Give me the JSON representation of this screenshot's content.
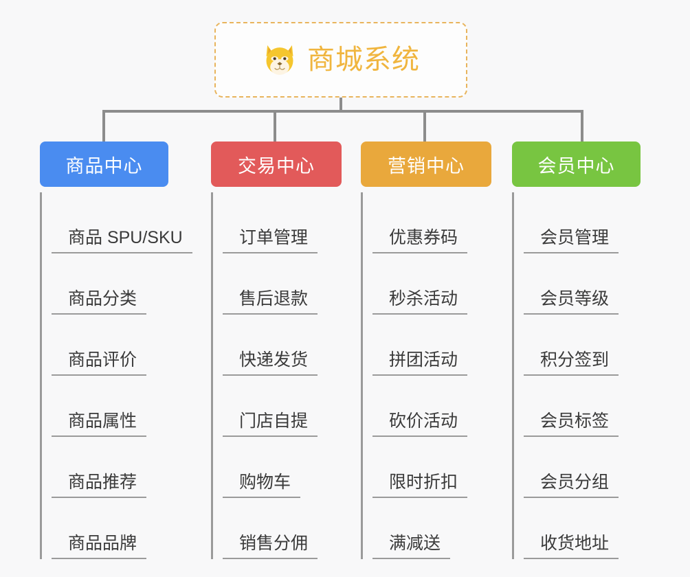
{
  "page": {
    "background_color": "#f8f8f9",
    "type": "mind-map"
  },
  "root": {
    "title": "商城系统",
    "icon": "shiba-dog-face-emoji",
    "border_color": "#e8b45c",
    "text_color": "#f0b53e"
  },
  "branches": [
    {
      "title": "商品中心",
      "color": "#4a8cf0",
      "items": [
        "商品 SPU/SKU",
        "商品分类",
        "商品评价",
        "商品属性",
        "商品推荐",
        "商品品牌"
      ]
    },
    {
      "title": "交易中心",
      "color": "#e25a5a",
      "items": [
        "订单管理",
        "售后退款",
        "快递发货",
        "门店自提",
        "购物车",
        "销售分佣"
      ]
    },
    {
      "title": "营销中心",
      "color": "#e9a83c",
      "items": [
        "优惠券码",
        "秒杀活动",
        "拼团活动",
        "砍价活动",
        "限时折扣",
        "满减送"
      ]
    },
    {
      "title": "会员中心",
      "color": "#78c541",
      "items": [
        "会员管理",
        "会员等级",
        "积分签到",
        "会员标签",
        "会员分组",
        "收货地址"
      ]
    }
  ]
}
